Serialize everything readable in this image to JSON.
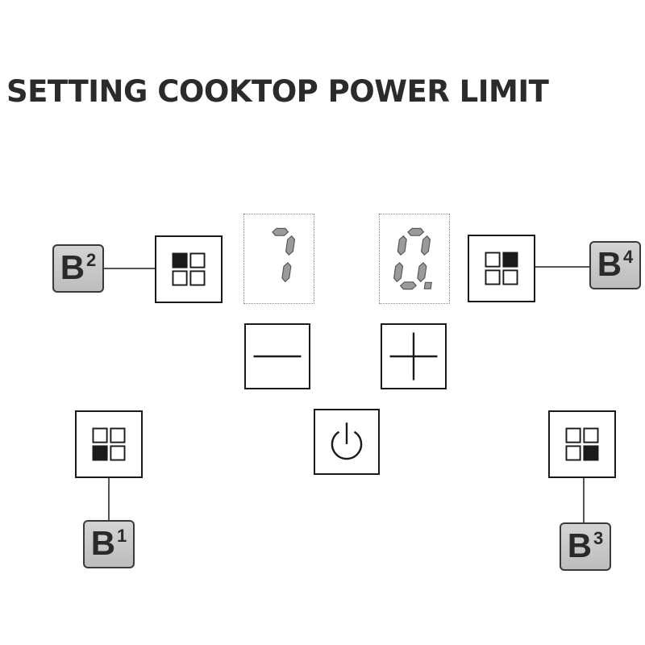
{
  "title": "SETTING COOKTOP POWER LIMIT",
  "displays": {
    "left": {
      "value": "7",
      "point": false
    },
    "right": {
      "value": "0",
      "point": true
    }
  },
  "zone_keys": [
    {
      "id": "b1",
      "active_cell": "bottom-left"
    },
    {
      "id": "b2",
      "active_cell": "top-left"
    },
    {
      "id": "b3",
      "active_cell": "bottom-right"
    },
    {
      "id": "b4",
      "active_cell": "top-right"
    }
  ],
  "controls": {
    "minus_icon": "minus-icon",
    "plus_icon": "plus-icon",
    "power_icon": "power-icon"
  },
  "labels": {
    "b1": {
      "letter": "B",
      "number": "1"
    },
    "b2": {
      "letter": "B",
      "number": "2"
    },
    "b3": {
      "letter": "B",
      "number": "3"
    },
    "b4": {
      "letter": "B",
      "number": "4"
    }
  },
  "colors": {
    "ink": "#1a1a1a",
    "segment_fill": "#9a9a9a",
    "badge_fill": "#c8c8c8"
  }
}
